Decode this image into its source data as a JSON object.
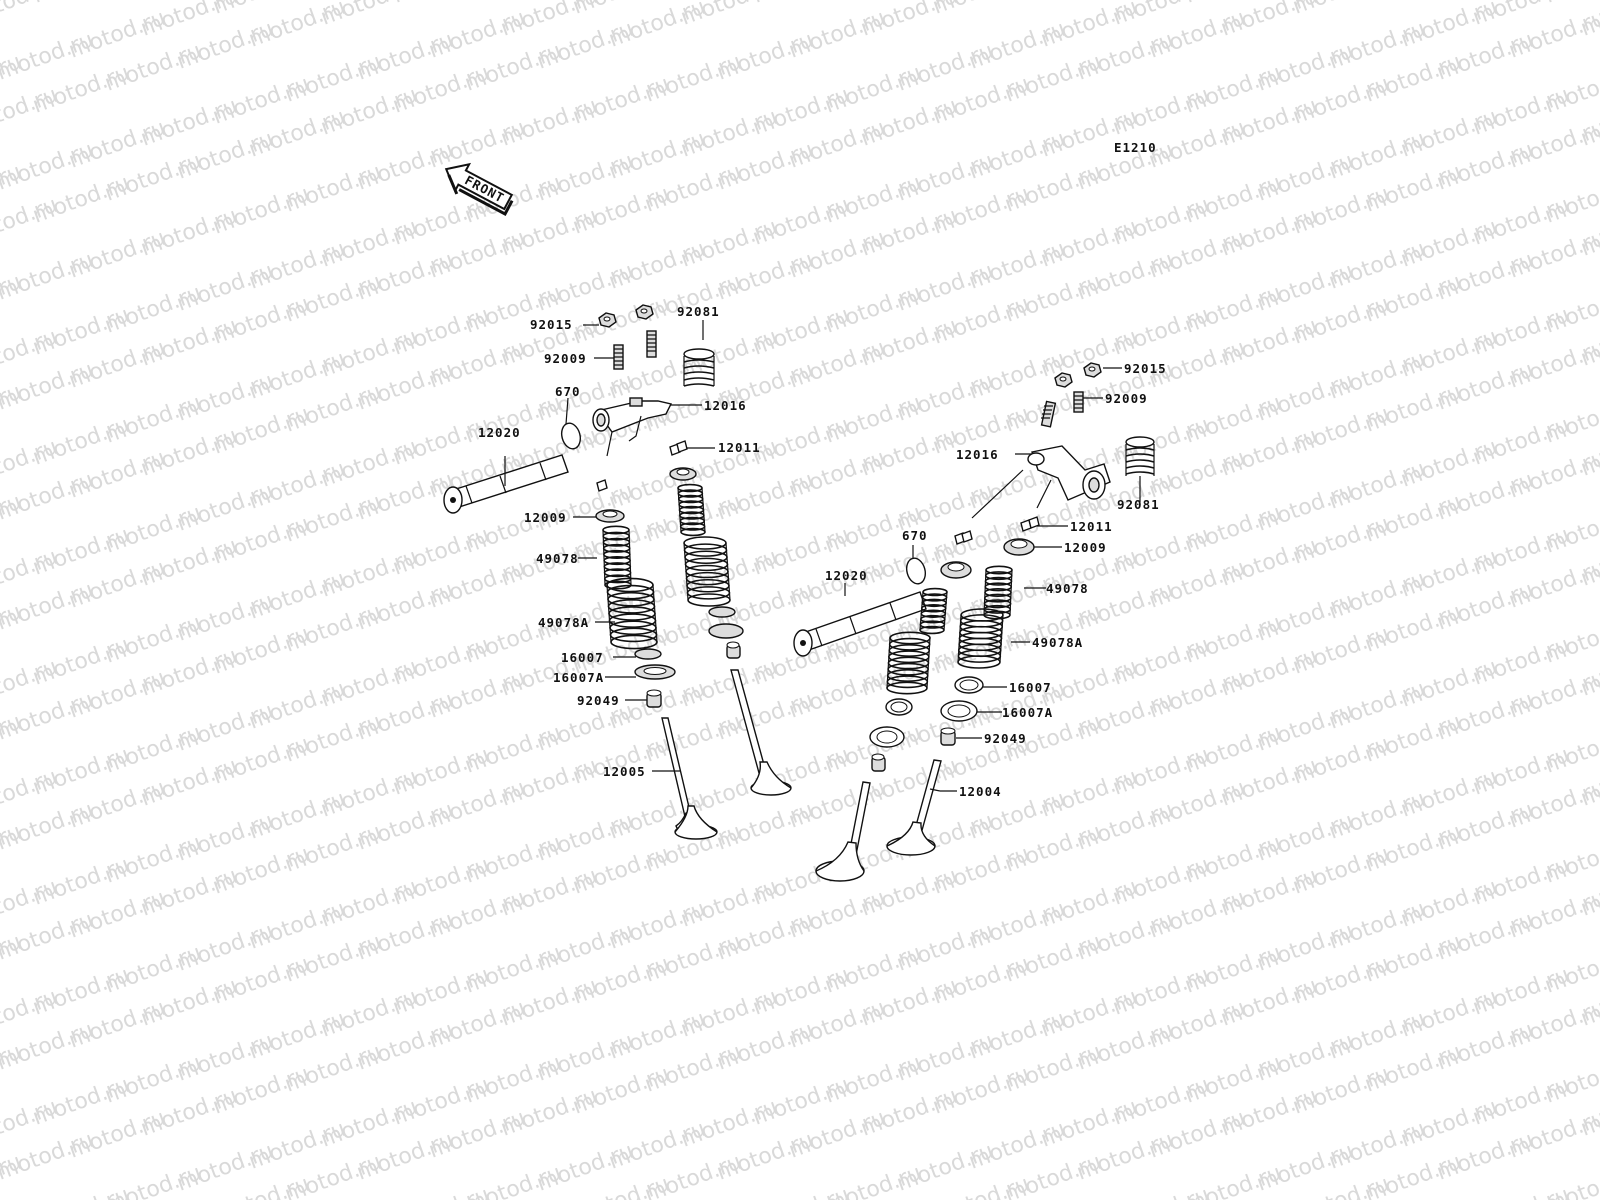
{
  "diagram": {
    "code": "E1210",
    "front_arrow": "FRONT",
    "watermark": "motod.ru",
    "labels": [
      {
        "id": "l1",
        "text": "92015"
      },
      {
        "id": "l2",
        "text": "92081"
      },
      {
        "id": "l3",
        "text": "92009"
      },
      {
        "id": "l4",
        "text": "670"
      },
      {
        "id": "l5",
        "text": "12016"
      },
      {
        "id": "l6",
        "text": "12020"
      },
      {
        "id": "l7",
        "text": "12011"
      },
      {
        "id": "l8",
        "text": "12009"
      },
      {
        "id": "l9",
        "text": "49078"
      },
      {
        "id": "l10",
        "text": "49078A"
      },
      {
        "id": "l11",
        "text": "16007"
      },
      {
        "id": "l12",
        "text": "16007A"
      },
      {
        "id": "l13",
        "text": "92049"
      },
      {
        "id": "l14",
        "text": "12005"
      },
      {
        "id": "r1",
        "text": "92015"
      },
      {
        "id": "r2",
        "text": "92009"
      },
      {
        "id": "r3",
        "text": "12016"
      },
      {
        "id": "r4",
        "text": "92081"
      },
      {
        "id": "r5",
        "text": "12011"
      },
      {
        "id": "r6",
        "text": "670"
      },
      {
        "id": "r7",
        "text": "12009"
      },
      {
        "id": "r8",
        "text": "12020"
      },
      {
        "id": "r9",
        "text": "49078"
      },
      {
        "id": "r10",
        "text": "49078A"
      },
      {
        "id": "r11",
        "text": "16007"
      },
      {
        "id": "r12",
        "text": "16007A"
      },
      {
        "id": "r13",
        "text": "92049"
      },
      {
        "id": "r14",
        "text": "12004"
      }
    ]
  }
}
